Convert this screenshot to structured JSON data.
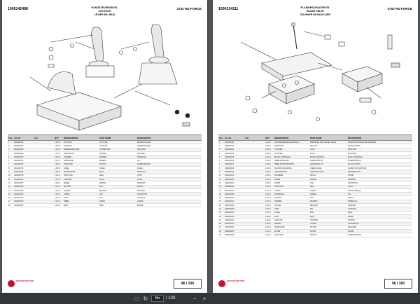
{
  "pages": [
    {
      "id": "1000142488",
      "model": "2702 RD FORCE",
      "title_de": "HANDSTEUERVENTIL",
      "title_en": "JOYSTICK",
      "title_fr": "LEVIER DE JEUX",
      "columns": [
        "Pos.",
        "Art.-Nr.",
        "Arb.",
        "QTY",
        "BEZEICHNUNG",
        "PART NAME",
        "DESIGNATION"
      ],
      "rows": [
        [
          "1",
          "1000015413",
          "",
          "1,00 St",
          "JOYSTICK",
          "JOYSTICK",
          "LEVIER DE JEUX"
        ],
        [
          "2",
          "1000015415",
          "",
          "1,00 St",
          "JOYSTICK",
          "JOYSTICK",
          "LEVIER DE JEUX"
        ],
        [
          "3",
          "1000014685",
          "",
          "1,00 St",
          "VERBINDUNGSTEIL",
          "CONNECTOR",
          "RACCORD"
        ],
        [
          "4",
          "1000014686",
          "",
          "1,00 St",
          "GRIFFSTÜCK",
          "HANDLE",
          "POIGNEE"
        ],
        [
          "5",
          "1000014750",
          "",
          "2,00 St",
          "SCHEIBE",
          "WASHER",
          "RONDELLE"
        ],
        [
          "6",
          "1000014751",
          "",
          "2,00 St",
          "SCHRAUBE",
          "SCREW",
          "VIS"
        ],
        [
          "7",
          "1000014752",
          "",
          "1,00 St",
          "SCHALTER",
          "SWITCH",
          "INTERRUPTEUR"
        ],
        [
          "8",
          "1000014753",
          "",
          "1,00 St",
          "KABEL",
          "CABLE",
          "CABLE"
        ],
        [
          "9",
          "1000014754",
          "",
          "1,00 St",
          "MANSCHETTE",
          "BOOT",
          "SOUFFLET"
        ],
        [
          "10",
          "1000014755",
          "",
          "1,00 St",
          "DICHTUNG",
          "SEAL",
          "JOINT"
        ],
        [
          "11",
          "1000014756",
          "",
          "1,00 St",
          "STECKER",
          "PLUG",
          "FICHE"
        ],
        [
          "12",
          "1000014757",
          "",
          "1,00 St",
          "FEDER",
          "SPRING",
          "RESSORT"
        ],
        [
          "13",
          "1000014758",
          "",
          "1,00 St",
          "MUTTER",
          "NUT",
          "ECROU"
        ],
        [
          "14",
          "1000014759",
          "",
          "1,00 St",
          "HALTER",
          "BRACKET",
          "SUPPORT"
        ],
        [
          "15",
          "1000014760",
          "",
          "1,00 St",
          "KAPPE",
          "CAP",
          "CAPUCHON"
        ],
        [
          "16",
          "1000014761",
          "",
          "1,00 St",
          "STIFT",
          "PIN",
          "GOUPILLE"
        ],
        [
          "17",
          "1000014762",
          "",
          "1,00 St",
          "HEBEL",
          "LEVER",
          "LEVIER"
        ],
        [
          "18",
          "1000014763",
          "",
          "1,00 St",
          "RING",
          "RING",
          "BAGUE"
        ]
      ],
      "footer_brand": "WACKER NEUSON",
      "page_label": "86 / 150"
    },
    {
      "id": "1000134111",
      "model": "2702 RD FORCE",
      "title_de": "PLANIERSCHILDVENTIL",
      "title_en": "BLADE VALVE",
      "title_fr": "SOUPAPE DE BOUCLIER",
      "columns": [
        "Pos.",
        "Art.-Nr.",
        "Arb.",
        "QTY",
        "BEZEICHNUNG",
        "PART NAME",
        "DESIGNATION"
      ],
      "rows": [
        [
          "1",
          "1000134111",
          "",
          "1,00 St",
          "DRUCKBEGRENZUNGSVENTIL",
          "PRESSURE LIMIT RELIEF VALVE",
          "SOUPAPE LIMITEUR DE PRESSION"
        ],
        [
          "2",
          "1000013112",
          "",
          "1,00 St",
          "DICHTSATZ",
          "SEAL KIT",
          "JEU DE JOINTS"
        ],
        [
          "3",
          "1000013113",
          "",
          "1,00 St",
          "STOPFEN",
          "PLUG",
          "BOUCHON"
        ],
        [
          "4",
          "1000013114",
          "",
          "1,00 St",
          "STOPFEN",
          "PLUG",
          "BOUCHON"
        ],
        [
          "5",
          "1000013115",
          "",
          "1,00 St",
          "BLOCK KONTROLLE",
          "BLOCK CONTROL",
          "BLOC CONTROLE"
        ],
        [
          "6",
          "1000013116",
          "",
          "1,00 St",
          "HEBELSCHALTER",
          "LEVER SWITCH",
          "INTERRUPTEUR"
        ],
        [
          "7",
          "1000013117",
          "",
          "1,00 St",
          "HEBELDICHTUNGSSATZ",
          "LEVER SEAL KIT",
          "JEU DE JOINTS"
        ],
        [
          "8",
          "1000013118",
          "",
          "1,00 St",
          "RÜCKSCHLAGVENTIL",
          "CHECK VALVE",
          "CLAPET ANTI-RETOUR"
        ],
        [
          "9",
          "1000013119",
          "",
          "1,00 St",
          "STEUERVENTIL",
          "CONTROL VALVE",
          "DISTRIBUTEUR"
        ],
        [
          "10",
          "1000013120",
          "",
          "1,00 St",
          "SCHIEBER",
          "SPOOL",
          "TIROIR"
        ],
        [
          "11",
          "1000013121",
          "",
          "1,00 St",
          "FEDER",
          "SPRING",
          "RESSORT"
        ],
        [
          "12",
          "1000013122",
          "",
          "1,00 St",
          "KAPPE",
          "CAP",
          "CAPUCHON"
        ],
        [
          "13",
          "1000013123",
          "",
          "1,00 St",
          "DICHTUNG",
          "SEAL",
          "JOINT"
        ],
        [
          "14",
          "1000013124",
          "",
          "1,00 St",
          "O-RING",
          "O-RING",
          "JOINT TORIQUE"
        ],
        [
          "15",
          "1000013125",
          "",
          "1,00 St",
          "SCHRAUBE",
          "SCREW",
          "VIS"
        ],
        [
          "16",
          "1000013126",
          "",
          "1,00 St",
          "MUTTER",
          "NUT",
          "ECROU"
        ],
        [
          "17",
          "1000013127",
          "",
          "1,00 St",
          "SCHEIBE",
          "WASHER",
          "RONDELLE"
        ],
        [
          "18",
          "1000013128",
          "",
          "1,00 St",
          "HALTER",
          "BRACKET",
          "SUPPORT"
        ],
        [
          "19",
          "1000013129",
          "",
          "1,00 St",
          "STIFT",
          "PIN",
          "GOUPILLE"
        ],
        [
          "20",
          "1000013130",
          "",
          "1,00 St",
          "KUGEL",
          "BALL",
          "BILLE"
        ],
        [
          "21",
          "1000013131",
          "",
          "1,00 St",
          "SITZ",
          "SEAT",
          "SIEGE"
        ],
        [
          "22",
          "1000013132",
          "",
          "1,00 St",
          "GEHÄUSE",
          "HOUSING",
          "CARTER"
        ],
        [
          "23",
          "1000013133",
          "",
          "1,00 St",
          "DECKEL",
          "COVER",
          "COUVERCLE"
        ],
        [
          "24",
          "1000013134",
          "",
          "1,00 St",
          "ANSCHLUSS",
          "FITTING",
          "RACCORD"
        ],
        [
          "25",
          "1000013135",
          "",
          "1,00 St",
          "FILTER",
          "FILTER",
          "FILTRE"
        ],
        [
          "26",
          "1000013136",
          "",
          "1,00 St",
          "SCHALTER",
          "SWITCH",
          "INTERRUPTEUR"
        ]
      ],
      "footer_brand": "WACKER NEUSON",
      "page_label": "96 / 160"
    }
  ],
  "toolbar": {
    "current_page": "65",
    "total_pages": "/ 103",
    "zoom_out_icon": "minus-icon",
    "zoom_in_icon": "plus-icon",
    "fit_icon": "fit-page-icon",
    "rotate_icon": "rotate-icon"
  }
}
